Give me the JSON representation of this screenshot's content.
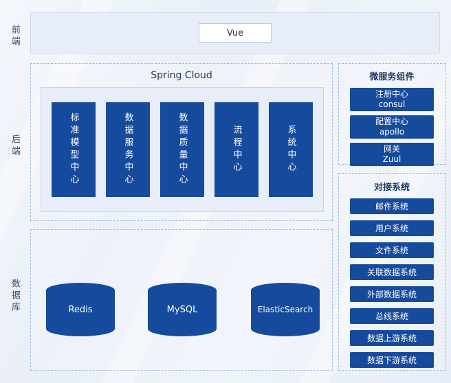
{
  "colors": {
    "primary_blue": "#164a9d",
    "panel_fill": "#e7eef9",
    "dashed_border": "#9fb8d8"
  },
  "left_labels": {
    "frontend": "前端",
    "backend": "后端",
    "database": "数据库"
  },
  "frontend": {
    "node": "Vue"
  },
  "backend": {
    "title": "Spring Cloud",
    "centers": [
      "标准模型中心",
      "数据服务中心",
      "数据质量中心",
      "流程中心",
      "系统中心"
    ]
  },
  "microservices": {
    "title": "微服务组件",
    "items": [
      {
        "name": "注册中心",
        "tech": "consul"
      },
      {
        "name": "配置中心",
        "tech": "apollo"
      },
      {
        "name": "网关",
        "tech": "Zuul"
      }
    ]
  },
  "integrations": {
    "title": "对接系统",
    "items": [
      "邮件系统",
      "用户系统",
      "文件系统",
      "关联数据系统",
      "外部数据系统",
      "总线系统",
      "数据上游系统",
      "数据下游系统"
    ]
  },
  "database": {
    "items": [
      "Redis",
      "MySQL",
      "ElasticSearch"
    ]
  }
}
